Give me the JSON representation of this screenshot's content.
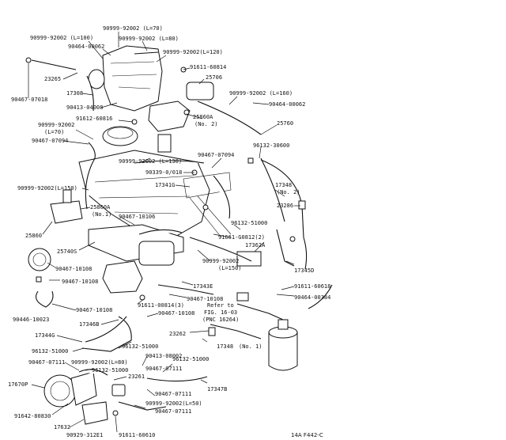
{
  "labels": {
    "l01": "90999-92002 (L=70)",
    "l02": "90999-92002 (L=100)",
    "l03": "90999-92002 (L=80)",
    "l04": "90464-00062",
    "l05": "90999-92002(L=120)",
    "l06": "91611-60814",
    "l07": "23265",
    "l08": "25706",
    "l09": "90467-07018",
    "l10": "17308",
    "l11": "90999-92002 (L=160)",
    "l12": "90464-00062",
    "l13": "90413-04008",
    "l14": "91612-60816",
    "l15": "25860A",
    "l16": "(No. 2)",
    "l17": "90999-92002",
    "l18": "(L=70)",
    "l19": "90467-07094",
    "l20": "25760",
    "l21": "96132-30600",
    "l22": "90467-07094",
    "l23": "90999-92002 (L=130)",
    "l24": "90339-0/018",
    "l25": "90999-92002(L=150)",
    "l26": "17341G",
    "l27": "17348",
    "l28": "(No. 2)",
    "l29": "23286",
    "l30": "25860A",
    "l31": "(No.1)",
    "l32": "90467-10106",
    "l33": "96132-51000",
    "l34": "25860",
    "l35": "91661-G0812(2)",
    "l36": "25740S",
    "l37": "17362A",
    "l38": "90999-92002",
    "l39": "(L=150)",
    "l40": "17345D",
    "l41": "90467-10108",
    "l42": "90467-10108",
    "l43": "17343E",
    "l44": "91611-60618",
    "l45": "90464-00384",
    "l46": "90467-10108",
    "l47": "90467-10108",
    "l48": "91611-00814(3)",
    "l49": "90446-10023",
    "l50": "90467-10108",
    "l51": "Refer to",
    "l52": "FIG. 16-03",
    "l53": "(PNC 16264)",
    "l54": "17346B",
    "l55": "23262",
    "l56": "17344G",
    "l57": "17348",
    "l58": "(No. 1)",
    "l59": "96132-51000",
    "l60": "96132-51000",
    "l61": "90413-08002",
    "l62": "90467-07111",
    "l63": "90999-92002(L=80)",
    "l64": "96132-51000",
    "l65": "96132-51000",
    "l66": "90467-07111",
    "l67": "23261",
    "l68": "17670P",
    "l69": "17347B",
    "l70": "90467-07111",
    "l71": "90467-07111",
    "l72": "90999-92002(L=50)",
    "l73": "91642-80830",
    "l74": "17632",
    "l75": "90929-312E1",
    "l76": "91611-60610",
    "l77": "14A F442-C"
  }
}
